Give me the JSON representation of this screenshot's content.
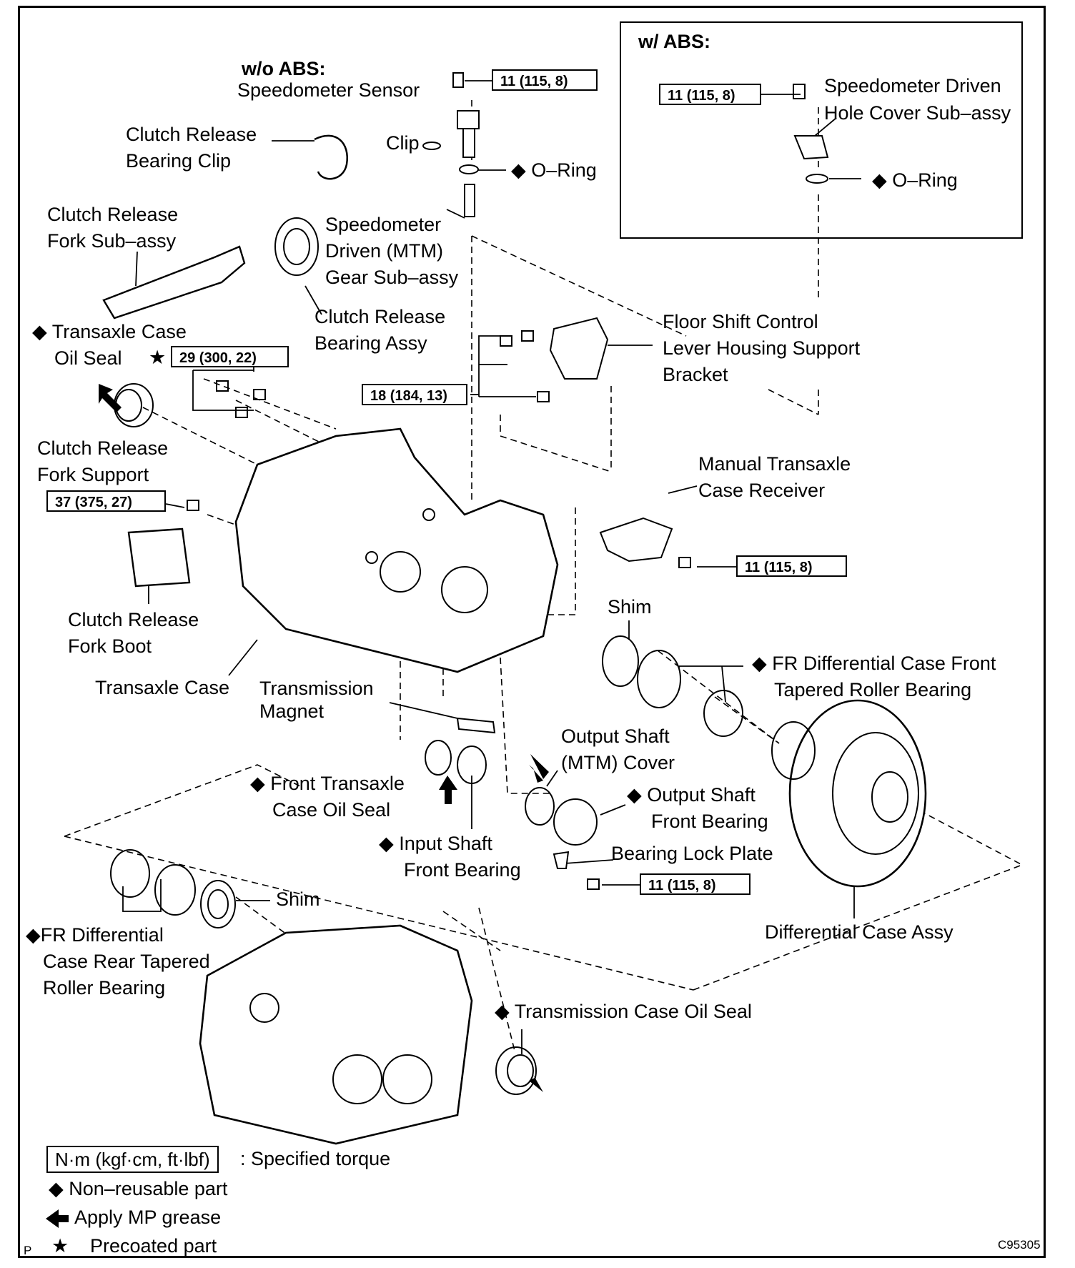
{
  "symbols": {
    "diamond": "◆",
    "star": "★"
  },
  "abs_section": {
    "title": "w/ ABS:",
    "torque": "11 (115, 8)",
    "cover_label": [
      "Speedometer Driven",
      "Hole Cover Sub–assy"
    ],
    "oring_label": "O–Ring"
  },
  "no_abs": {
    "title": "w/o ABS:",
    "sensor_label": "Speedometer Sensor",
    "torque": "11 (115, 8)",
    "clip_label": "Clip",
    "oring_label": "O–Ring"
  },
  "labels": {
    "bearing_clip": [
      "Clutch Release",
      "Bearing Clip"
    ],
    "fork_sub_assy": [
      "Clutch Release",
      "Fork Sub–assy"
    ],
    "speedo_driven_gear": [
      "Speedometer",
      "Driven (MTM)",
      "Gear Sub–assy"
    ],
    "bearing_assy": [
      "Clutch Release",
      "Bearing Assy"
    ],
    "transaxle_oil_seal": [
      "Transaxle Case",
      "Oil Seal"
    ],
    "floor_shift_bracket": [
      "Floor Shift Control",
      "Lever Housing Support",
      "Bracket"
    ],
    "fork_support": [
      "Clutch Release",
      "Fork Support"
    ],
    "case_receiver": [
      "Manual Transaxle",
      "Case Receiver"
    ],
    "shim_front": "Shim",
    "fork_boot": [
      "Clutch Release",
      "Fork Boot"
    ],
    "fr_diff_front_bearing": [
      "FR Differential Case Front",
      "Tapered Roller Bearing"
    ],
    "transaxle_case": "Transaxle Case",
    "transmission_magnet": [
      "Transmission",
      "Magnet"
    ],
    "output_cover": [
      "Output Shaft",
      "(MTM) Cover"
    ],
    "front_transaxle_oil_seal": [
      "Front Transaxle",
      "Case Oil Seal"
    ],
    "output_front_bearing": [
      "Output Shaft",
      "Front Bearing"
    ],
    "input_front_bearing": [
      "Input Shaft",
      "Front Bearing"
    ],
    "bearing_lock_plate": "Bearing Lock Plate",
    "shim_rear": "Shim",
    "fr_diff_rear_bearing": [
      "FR Differential",
      "Case Rear Tapered",
      "Roller Bearing"
    ],
    "diff_case_assy": "Differential Case Assy",
    "transmission_oil_seal": "Transmission Case Oil Seal"
  },
  "torques": {
    "case_bolts": "29 (300, 22)",
    "bracket_bolts": "18 (184, 13)",
    "fork_support": "37 (375, 27)",
    "case_receiver": "11 (115, 8)",
    "lock_plate": "11 (115, 8)"
  },
  "legend": {
    "torque_box": "N·m (kgf·cm, ft·lbf)",
    "torque_text": ": Specified torque",
    "non_reusable": "Non–reusable part",
    "grease": "Apply MP grease",
    "precoated": "Precoated part"
  },
  "corner": {
    "left": "P",
    "right": "C95305"
  }
}
